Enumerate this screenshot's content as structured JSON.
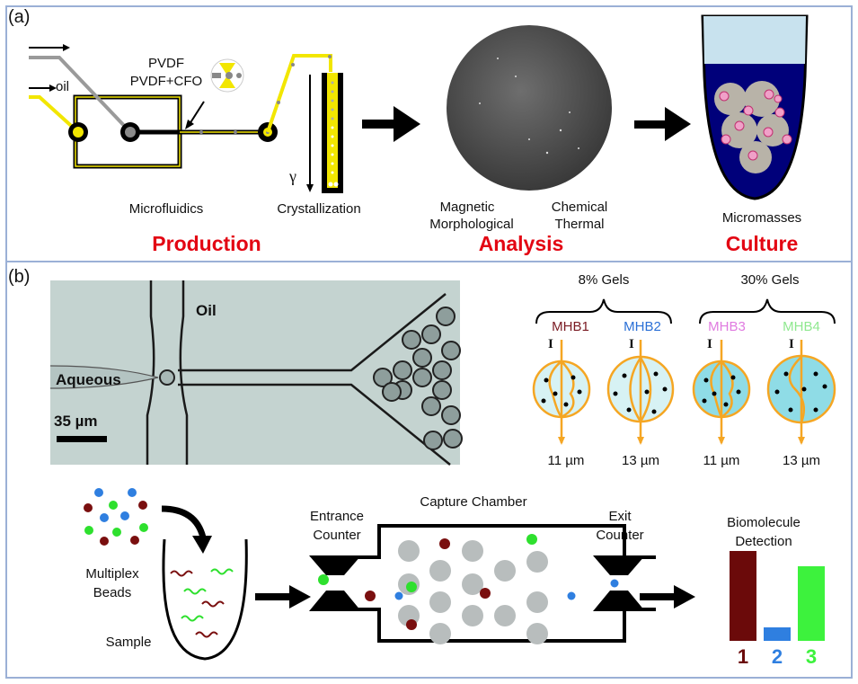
{
  "panel_a": {
    "label": "(a)",
    "microfluidics": {
      "materials_line1": "PVDF",
      "materials_line2": "PVDF+CFO",
      "oil_label": "oil",
      "caption": "Microfluidics"
    },
    "crystallization": {
      "symbol": "γ",
      "caption": "Crystallization"
    },
    "analysis_captions": [
      "Magnetic",
      "Morphological",
      "Chemical",
      "Thermal"
    ],
    "culture_caption": "Micromasses",
    "stages": [
      "Production",
      "Analysis",
      "Culture"
    ]
  },
  "panel_b": {
    "label": "(b)",
    "micrograph": {
      "oil_label": "Oil",
      "aqueous_label": "Aqueous",
      "scale_bar": "35 µm"
    },
    "gels": [
      {
        "group": "8% Gels",
        "items": [
          {
            "name": "MHB1",
            "color": "#7a1a22",
            "size": "11 µm"
          },
          {
            "name": "MHB2",
            "color": "#2a6fd6",
            "size": "13 µm"
          }
        ]
      },
      {
        "group": "30% Gels",
        "items": [
          {
            "name": "MHB3",
            "color": "#e07ae0",
            "size": "11 µm"
          },
          {
            "name": "MHB4",
            "color": "#8fe88f",
            "size": "13 µm"
          }
        ]
      }
    ],
    "current_symbol": "I",
    "workflow": {
      "beads_label_1": "Multiplex",
      "beads_label_2": "Beads",
      "sample_label": "Sample",
      "entrance_1": "Entrance",
      "entrance_2": "Counter",
      "chamber": "Capture Chamber",
      "exit_1": "Exit",
      "exit_2": "Counter",
      "detection_1": "Biomolecule",
      "detection_2": "Detection"
    }
  },
  "chart_data": {
    "type": "bar",
    "title": "Biomolecule Detection",
    "categories": [
      "1",
      "2",
      "3"
    ],
    "values": [
      100,
      15,
      83
    ],
    "colors": [
      "#6b0a0a",
      "#2f7fe0",
      "#3df23d"
    ],
    "xlabel": "",
    "ylabel": "",
    "ylim": [
      0,
      100
    ],
    "grid": false
  }
}
